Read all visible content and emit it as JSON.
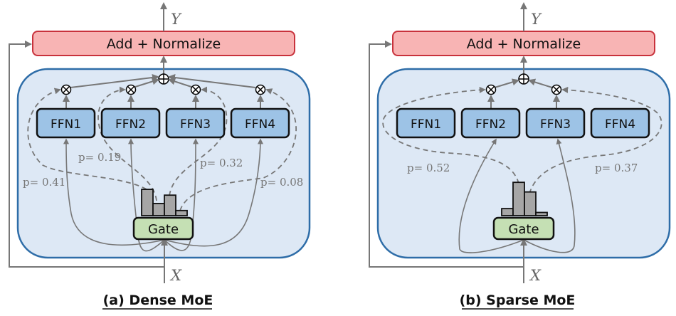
{
  "panels": [
    {
      "id": "dense",
      "caption": "(a) Dense MoE",
      "output_label": "Y",
      "input_label": "X",
      "norm_label": "Add + Normalize",
      "gate_label": "Gate",
      "experts": [
        "FFN1",
        "FFN2",
        "FFN3",
        "FFN4"
      ],
      "active_experts": [
        true,
        true,
        true,
        true
      ],
      "gate_probs": [
        "p= 0.41",
        "p= 0.19",
        "p= 0.32",
        "p= 0.08"
      ],
      "histogram": [
        0.41,
        0.19,
        0.32,
        0.08
      ]
    },
    {
      "id": "sparse",
      "caption": "(b) Sparse MoE",
      "output_label": "Y",
      "input_label": "X",
      "norm_label": "Add + Normalize",
      "gate_label": "Gate",
      "experts": [
        "FFN1",
        "FFN2",
        "FFN3",
        "FFN4"
      ],
      "active_experts": [
        false,
        true,
        true,
        false
      ],
      "gate_probs": [
        "p= 0.52",
        "p= 0.37"
      ],
      "histogram": [
        0.11,
        0.52,
        0.37,
        0.05
      ]
    }
  ],
  "colors": {
    "norm_fill": "#f8b4b4",
    "norm_stroke": "#c8323c",
    "moe_fill": "#dde8f5",
    "moe_stroke": "#2e6da8",
    "expert_fill": "#9dc3e6",
    "gate_fill": "#c5e0b4",
    "arrow": "#777777"
  }
}
